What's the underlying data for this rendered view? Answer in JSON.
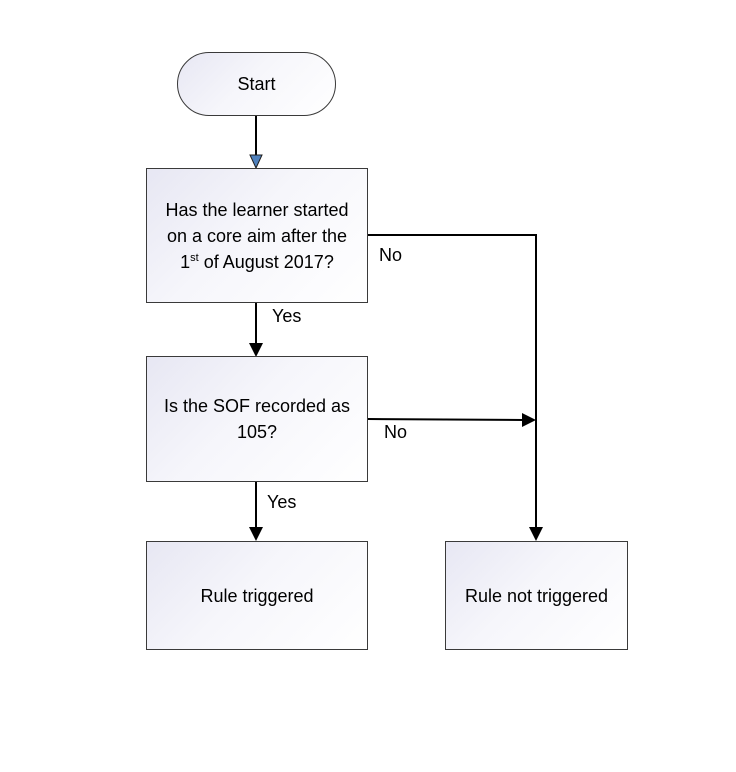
{
  "nodes": {
    "start": {
      "label": "Start"
    },
    "q1": {
      "line1": "Has the learner started",
      "line2": "on a core aim after the",
      "line3_num": "1",
      "line3_sup": "st",
      "line3_rest": " of August 2017?"
    },
    "q2": {
      "line1": "Is the SOF recorded as",
      "line2": "105?"
    },
    "triggered": {
      "label": "Rule triggered"
    },
    "not_triggered": {
      "label": "Rule not triggered"
    }
  },
  "edges": {
    "q1_no": "No",
    "q1_yes": "Yes",
    "q2_no": "No",
    "q2_yes": "Yes"
  },
  "colors": {
    "line": "#000000",
    "first_arrow_fill": "#4f81bd",
    "box_border": "#3a3a3a",
    "box_gradient_start": "#e7e7f3"
  }
}
